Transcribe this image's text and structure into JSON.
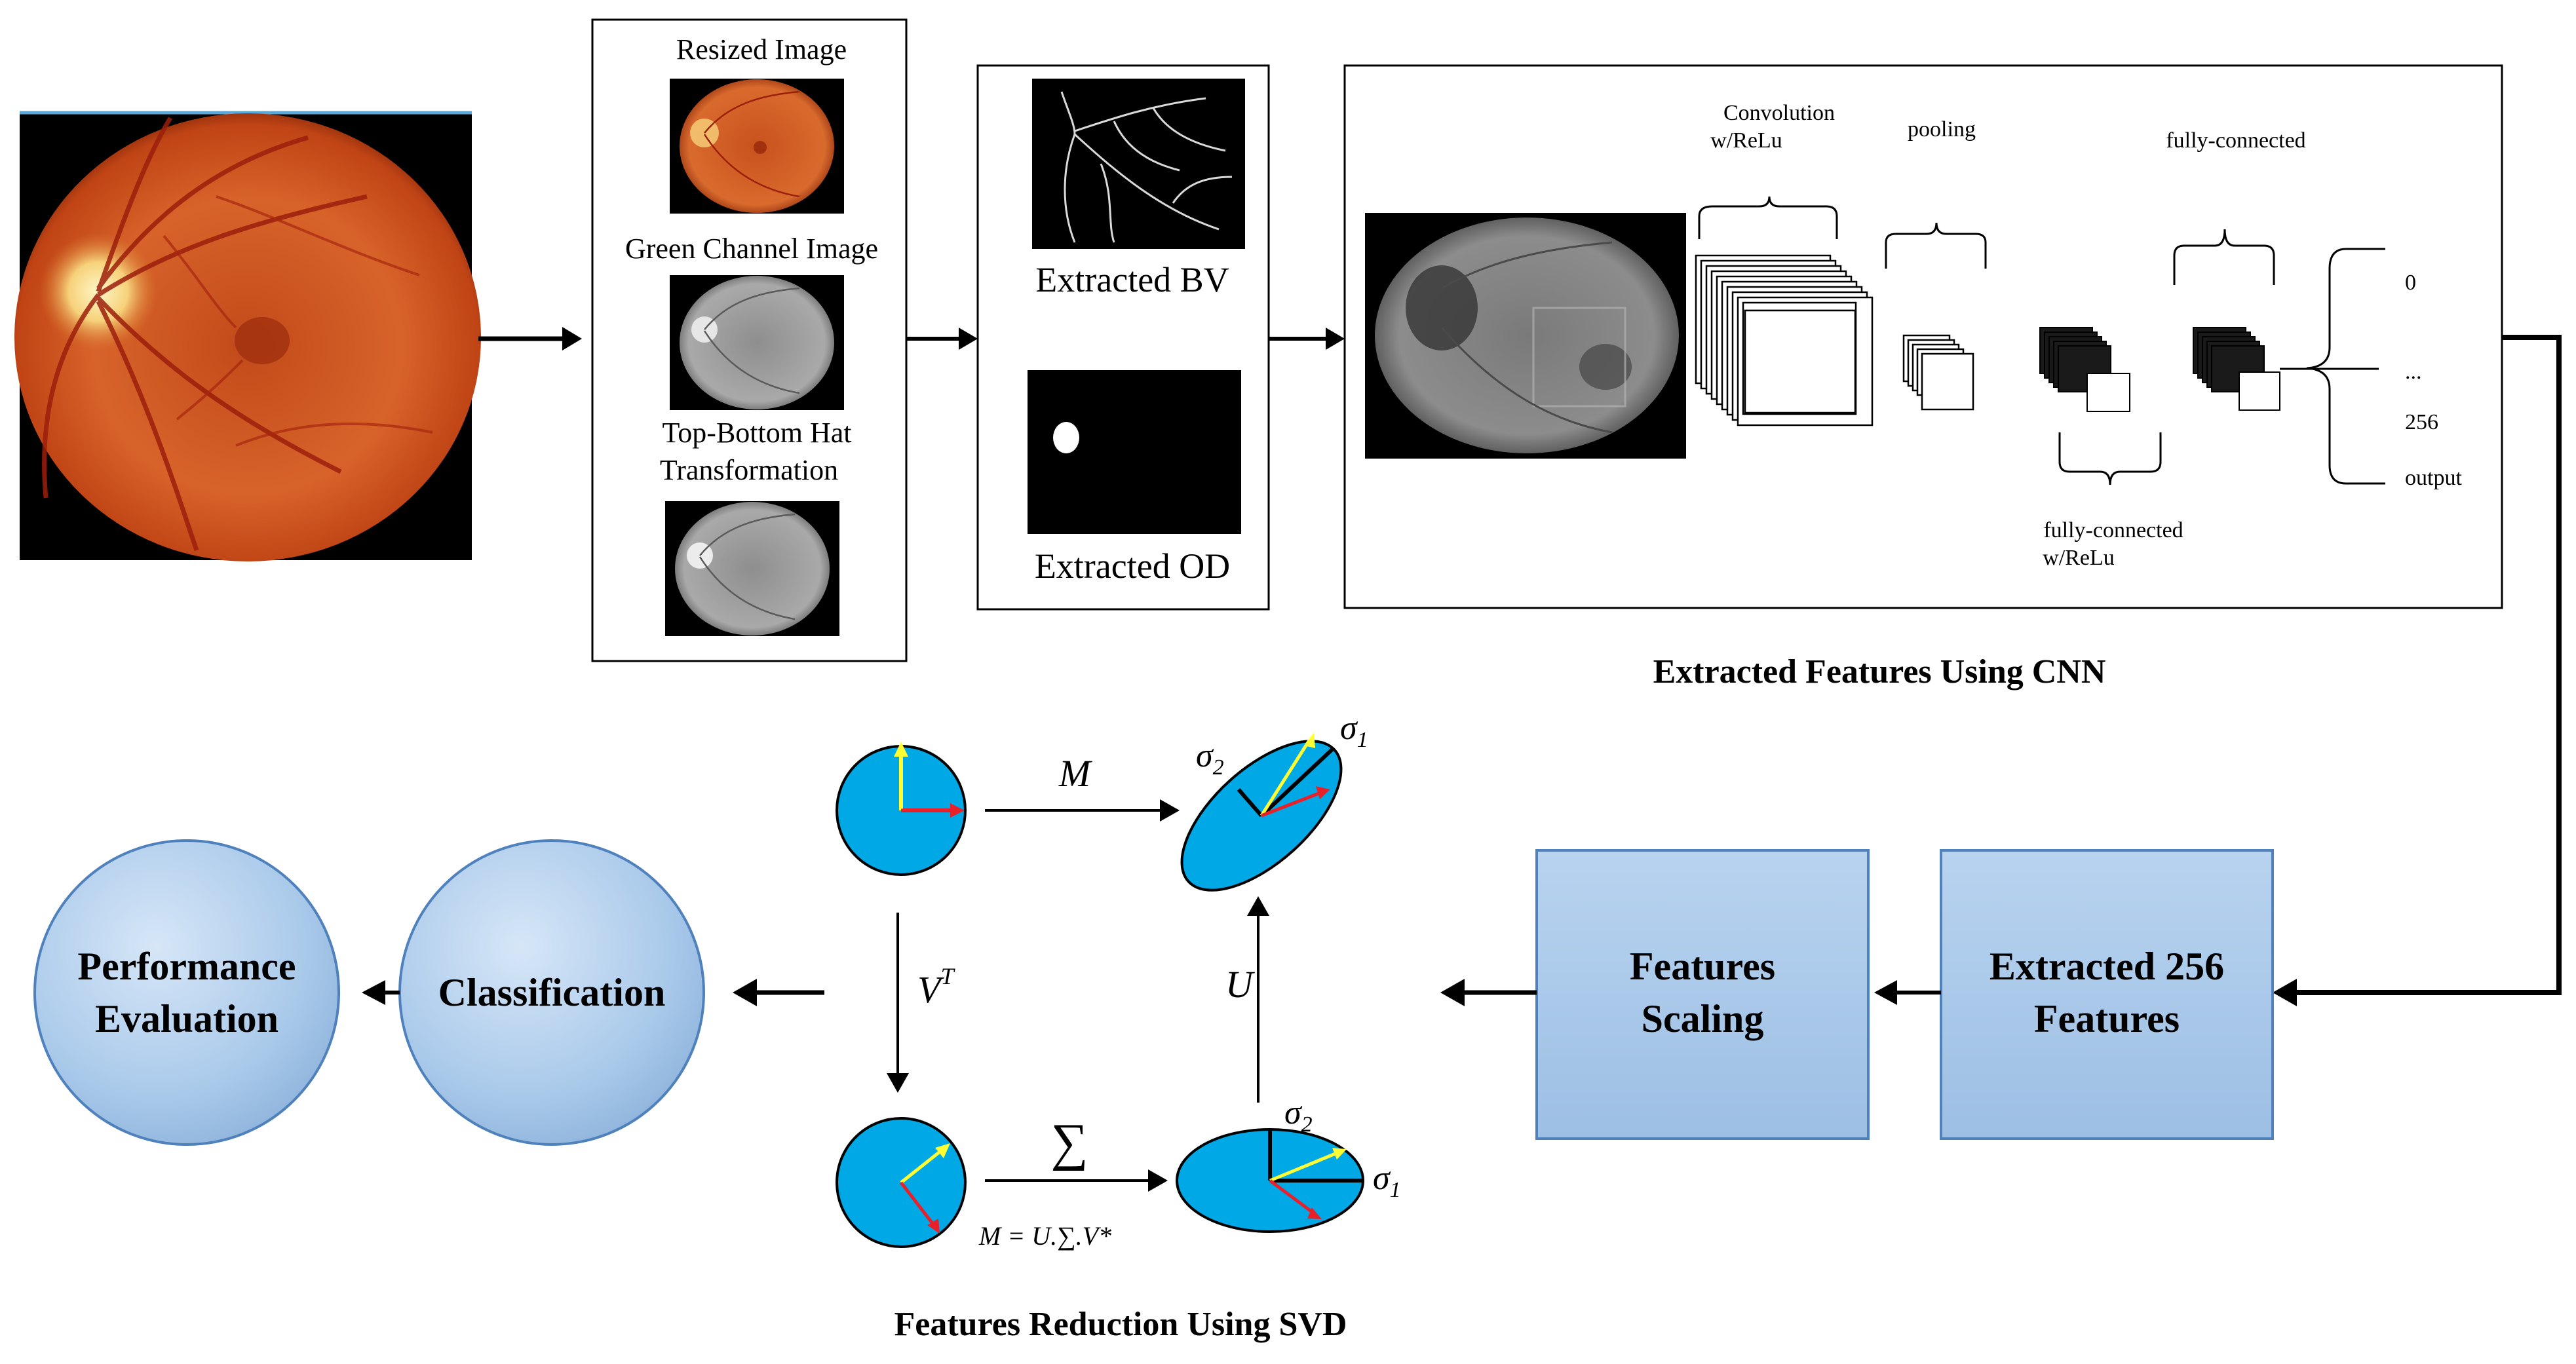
{
  "preprocess": {
    "resized": "Resized Image",
    "green": "Green Channel Image",
    "tophat_1": "Top-Bottom Hat",
    "tophat_2": "Transformation"
  },
  "extraction": {
    "bv": "Extracted BV",
    "od": "Extracted OD"
  },
  "cnn": {
    "conv_1": "Convolution",
    "conv_2": "w/ReLu",
    "pooling": "pooling",
    "fc_top": "fully-connected",
    "fc_bottom_1": "fully-connected",
    "fc_bottom_2": "w/ReLu",
    "out_0": "0",
    "out_dots": "...",
    "out_256": "256",
    "out_output": "output",
    "caption": "Extracted Features Using CNN"
  },
  "pipeline": {
    "extracted_1": "Extracted 256",
    "extracted_2": "Features",
    "scaling_1": "Features",
    "scaling_2": "Scaling",
    "classification": "Classification",
    "perf_1": "Performance",
    "perf_2": "Evaluation"
  },
  "svd": {
    "m": "M",
    "vt": "V",
    "vt_sup": "T",
    "u": "U",
    "sigma_sum": "∑",
    "sigma1": "σ",
    "sigma1_sub": "1",
    "sigma2": "σ",
    "sigma2_sub": "2",
    "sigma1b": "σ",
    "sigma1b_sub": "1",
    "sigma2b": "σ",
    "sigma2b_sub": "2",
    "formula": "M = U.∑.V*",
    "caption": "Features Reduction Using SVD"
  },
  "colors": {
    "svd_blue": "#00a9e6",
    "box_blue": "#a9c9ea",
    "box_border": "#4f81bd",
    "yellow": "#ffff33",
    "red": "#e8202a"
  }
}
